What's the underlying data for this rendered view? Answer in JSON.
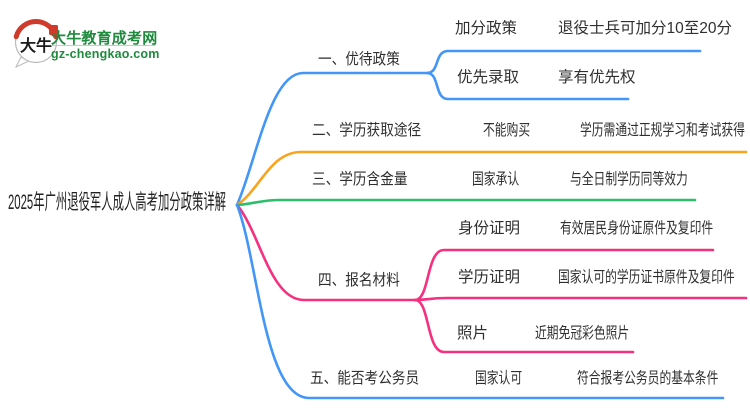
{
  "logo": {
    "badge_text": "大牛",
    "title": "大牛教育成考网",
    "domain": "gz-chengkao.com",
    "green": "#1e8a3d",
    "red": "#cf3a2b",
    "badge_stroke": "#b9b9b9",
    "badge_text_color": "#1a1a1a"
  },
  "root": {
    "label": "2025年广州退役军人成人高考加分政策详解"
  },
  "colors": {
    "blue": "#4296f7",
    "orange": "#f8a41e",
    "green": "#2cbe6d",
    "pink": "#f5317f",
    "text": "#2f2f2f"
  },
  "branches": [
    {
      "label": "一、优待政策",
      "color": "#4296f7",
      "children": [
        {
          "label": "加分政策",
          "leaf": "退役士兵可加分10至20分"
        },
        {
          "label": "优先录取",
          "leaf": "享有优先权"
        }
      ]
    },
    {
      "label": "二、学历获取途径",
      "color": "#f8a41e",
      "children": [
        {
          "label": "不能购买",
          "leaf": "学历需通过正规学习和考试获得"
        }
      ]
    },
    {
      "label": "三、学历含金量",
      "color": "#2cbe6d",
      "children": [
        {
          "label": "国家承认",
          "leaf": "与全日制学历同等效力"
        }
      ]
    },
    {
      "label": "四、报名材料",
      "color": "#f5317f",
      "children": [
        {
          "label": "身份证明",
          "leaf": "有效居民身份证原件及复印件"
        },
        {
          "label": "学历证明",
          "leaf": "国家认可的学历证书原件及复印件"
        },
        {
          "label": "照片",
          "leaf": "近期免冠彩色照片"
        }
      ]
    },
    {
      "label": "五、能否考公务员",
      "color": "#4296f7",
      "children": [
        {
          "label": "国家认可",
          "leaf": "符合报考公务员的基本条件"
        }
      ]
    }
  ]
}
